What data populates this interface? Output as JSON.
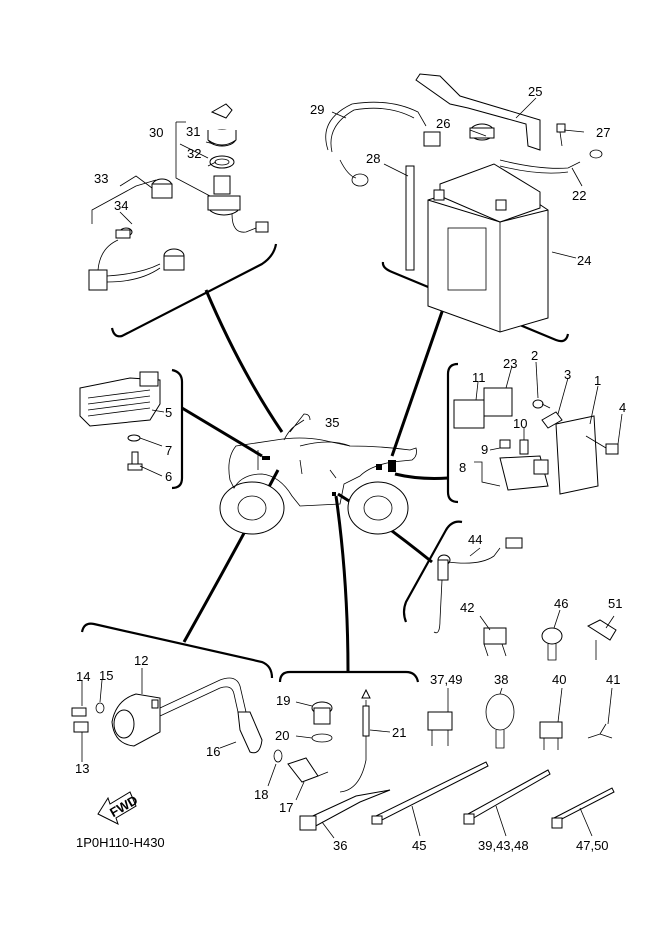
{
  "diagram": {
    "title_code": "1P0H110-H430",
    "fwd_label": "FWD",
    "labels": {
      "p1": "1",
      "p2": "2",
      "p3": "3",
      "p4": "4",
      "p5": "5",
      "p6": "6",
      "p7": "7",
      "p8": "8",
      "p9": "9",
      "p10": "10",
      "p11": "11",
      "p12": "12",
      "p13": "13",
      "p14": "14",
      "p15": "15",
      "p16": "16",
      "p17": "17",
      "p18": "18",
      "p19": "19",
      "p20": "20",
      "p21": "21",
      "p22": "22",
      "p23": "23",
      "p24": "24",
      "p25": "25",
      "p26": "26",
      "p27": "27",
      "p28": "28",
      "p29": "29",
      "p30": "30",
      "p31": "31",
      "p32": "32",
      "p33": "33",
      "p34": "34",
      "p35": "35",
      "p36": "36",
      "p37_49": "37,49",
      "p38": "38",
      "p39_43_48": "39,43,48",
      "p40": "40",
      "p41": "41",
      "p42": "42",
      "p44": "44",
      "p45": "45",
      "p46": "46",
      "p47_50": "47,50",
      "p51": "51"
    },
    "groups": [
      "main-switch-group",
      "battery-group",
      "rectifier-group",
      "relay-ecu-group",
      "ignition-coil-group",
      "sensors-group",
      "neutral-switch-group",
      "clamps-group"
    ]
  }
}
